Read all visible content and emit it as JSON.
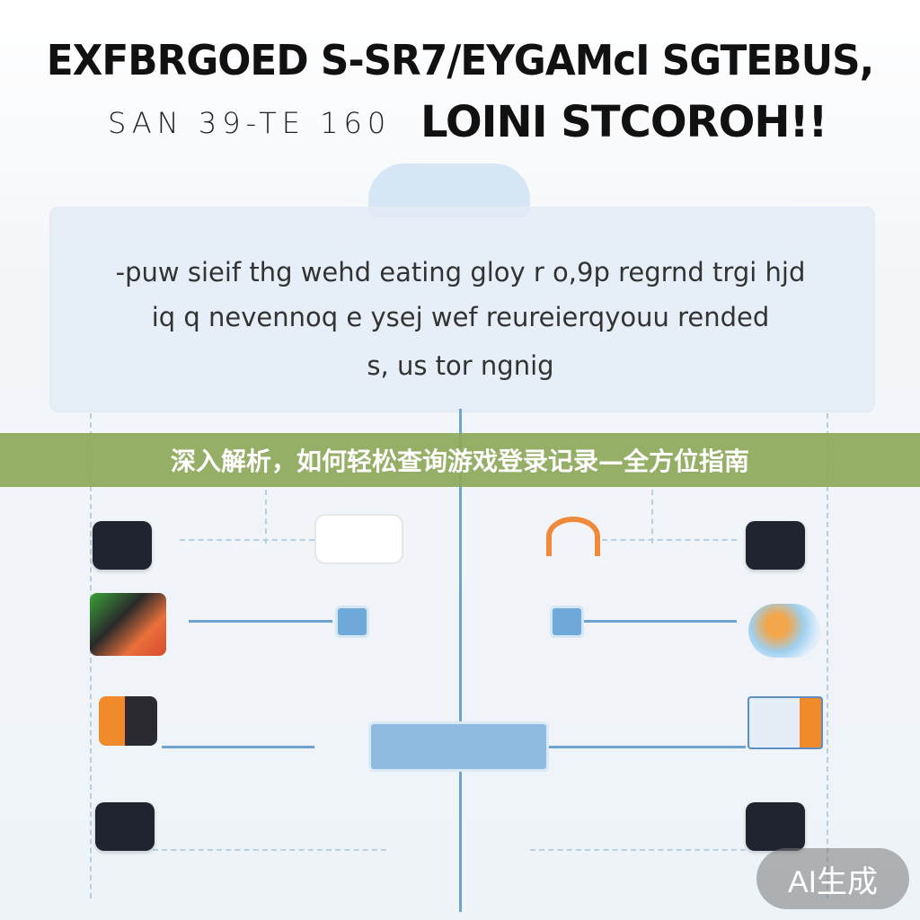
{
  "header": {
    "title_line1": "EXFBRGOED S-SR7/EYGAMcI SGTEBUS,",
    "title_line2_thin": "SAN 39-TE 160",
    "title_line2_bold": "LOINI STCOROH!!"
  },
  "panel": {
    "lines": [
      "-puw sieif thg wehd eating gloy r o,9p regrnd trgi hjd",
      "iq q nevennoq e ysej wef reureierqyouu rended",
      "s, us tor ngnig"
    ]
  },
  "banner": {
    "text": "深入解析，如何轻松查询游戏登录记录—全方位指南",
    "color": "#8ea85a"
  },
  "diagram": {
    "left_icons": [
      "app-window-icon",
      "game-art-icon",
      "orange-box-icon",
      "app-window-icon"
    ],
    "right_icons": [
      "app-window-icon",
      "bird-icon",
      "chart-card-icon",
      "app-window-icon"
    ],
    "line_color": "#6fa3d0"
  },
  "badge": {
    "text": "AI生成"
  }
}
